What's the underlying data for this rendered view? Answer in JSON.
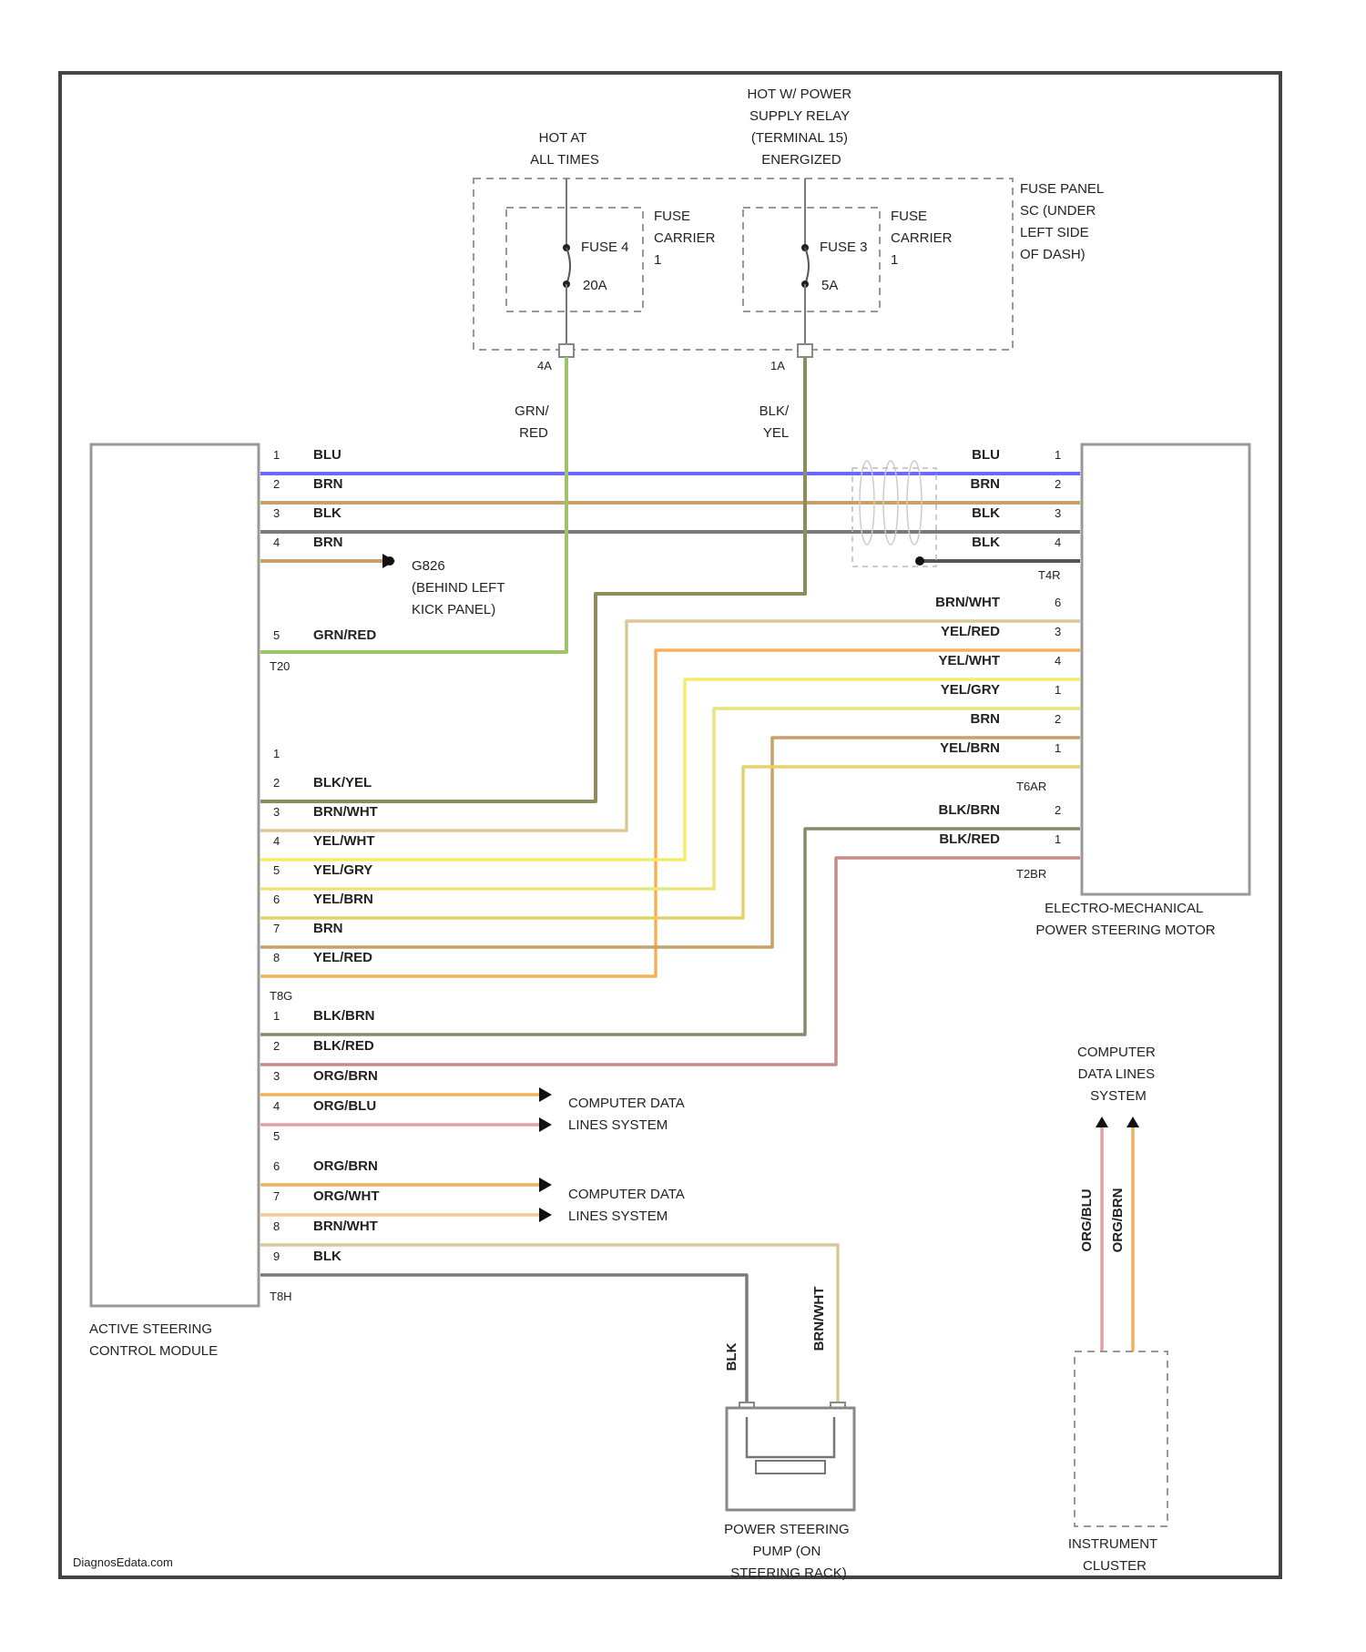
{
  "colors": {
    "BLU": "#6a6aff",
    "BRN": "#c8a06a",
    "BLK": "#7a7a7a",
    "GRN/RED": "#9ec46a",
    "BLK/YEL": "#8c8c5c",
    "BRN/WHT": "#d9c89a",
    "YEL/WHT": "#f2ee6a",
    "YEL/GRY": "#e8e67a",
    "YEL/BRN": "#e6d26a",
    "YEL/RED": "#f6b25a",
    "BLK/BRN": "#8a8a6a",
    "BLK/RED": "#c98a8a",
    "ORG/BRN": "#f0b060",
    "ORG/BLU": "#e6a0a0",
    "ORG/WHT": "#f6c896",
    "frame": "#444444",
    "dashed": "#999999"
  },
  "power": {
    "hot_at_all_times": [
      "HOT AT",
      "ALL TIMES"
    ],
    "hot_w_relay": [
      "HOT W/ POWER",
      "SUPPLY RELAY",
      "(TERMINAL 15)",
      "ENERGIZED"
    ],
    "fuse4": {
      "label": "FUSE 4",
      "rating": "20A",
      "carrier": [
        "FUSE",
        "CARRIER",
        "1"
      ],
      "pin": "4A",
      "wire": [
        "GRN/",
        "RED"
      ]
    },
    "fuse3": {
      "label": "FUSE 3",
      "rating": "5A",
      "carrier": [
        "FUSE",
        "CARRIER",
        "1"
      ],
      "pin": "1A",
      "wire": [
        "BLK/",
        "YEL"
      ]
    },
    "fuse_panel": [
      "FUSE PANEL",
      "SC (UNDER",
      "LEFT SIDE",
      "OF DASH)"
    ]
  },
  "ground": {
    "label": [
      "G826",
      "(BEHIND LEFT",
      "KICK PANEL)"
    ]
  },
  "modules": {
    "asc": [
      "ACTIVE STEERING",
      "CONTROL MODULE"
    ],
    "eps": [
      "ELECTRO-MECHANICAL",
      "POWER STEERING MOTOR"
    ],
    "pump": [
      "POWER STEERING",
      "PUMP (ON",
      "STEERING RACK)"
    ],
    "cluster": [
      "INSTRUMENT",
      "CLUSTER"
    ],
    "data_top": [
      "COMPUTER",
      "DATA LINES",
      "SYSTEM"
    ],
    "data_a": [
      "COMPUTER DATA",
      "LINES SYSTEM"
    ],
    "data_b": [
      "COMPUTER DATA",
      "LINES SYSTEM"
    ]
  },
  "left_block1": {
    "connector": "T20",
    "wires": [
      {
        "pin": "1",
        "color": "BLU"
      },
      {
        "pin": "2",
        "color": "BRN"
      },
      {
        "pin": "3",
        "color": "BLK"
      },
      {
        "pin": "4",
        "color": "BRN"
      },
      {
        "pin": "5",
        "color": "GRN/RED"
      }
    ]
  },
  "left_block2": {
    "connector": "T8G",
    "wires": [
      {
        "pin": "1",
        "color": ""
      },
      {
        "pin": "2",
        "color": "BLK/YEL"
      },
      {
        "pin": "3",
        "color": "BRN/WHT"
      },
      {
        "pin": "4",
        "color": "YEL/WHT"
      },
      {
        "pin": "5",
        "color": "YEL/GRY"
      },
      {
        "pin": "6",
        "color": "YEL/BRN"
      },
      {
        "pin": "7",
        "color": "BRN"
      },
      {
        "pin": "8",
        "color": "YEL/RED"
      }
    ]
  },
  "left_block3": {
    "connector": "T8H",
    "wires": [
      {
        "pin": "1",
        "color": "BLK/BRN"
      },
      {
        "pin": "2",
        "color": "BLK/RED"
      },
      {
        "pin": "3",
        "color": "ORG/BRN"
      },
      {
        "pin": "4",
        "color": "ORG/BLU"
      },
      {
        "pin": "5",
        "color": ""
      },
      {
        "pin": "6",
        "color": "ORG/BRN"
      },
      {
        "pin": "7",
        "color": "ORG/WHT"
      },
      {
        "pin": "8",
        "color": "BRN/WHT"
      },
      {
        "pin": "9",
        "color": "BLK"
      }
    ]
  },
  "right_block1": {
    "connector": "T4R",
    "wires": [
      {
        "pin": "1",
        "color": "BLU"
      },
      {
        "pin": "2",
        "color": "BRN"
      },
      {
        "pin": "3",
        "color": "BLK"
      },
      {
        "pin": "4",
        "color": "BLK"
      }
    ]
  },
  "right_block2": {
    "connector": "T6AR",
    "wires": [
      {
        "pin": "6",
        "color": "BRN/WHT"
      },
      {
        "pin": "3",
        "color": "YEL/RED"
      },
      {
        "pin": "4",
        "color": "YEL/WHT"
      },
      {
        "pin": "1",
        "color": "YEL/GRY"
      },
      {
        "pin": "2",
        "color": "BRN"
      },
      {
        "pin": "1",
        "color": "YEL/BRN"
      }
    ]
  },
  "right_block3": {
    "connector": "T2BR",
    "wires": [
      {
        "pin": "2",
        "color": "BLK/BRN"
      },
      {
        "pin": "1",
        "color": "BLK/RED"
      }
    ]
  },
  "pump_wires": [
    "BLK",
    "BRN/WHT"
  ],
  "cluster_wires": [
    "ORG/BLU",
    "ORG/BRN"
  ],
  "watermark": "DiagnosEdata.com"
}
